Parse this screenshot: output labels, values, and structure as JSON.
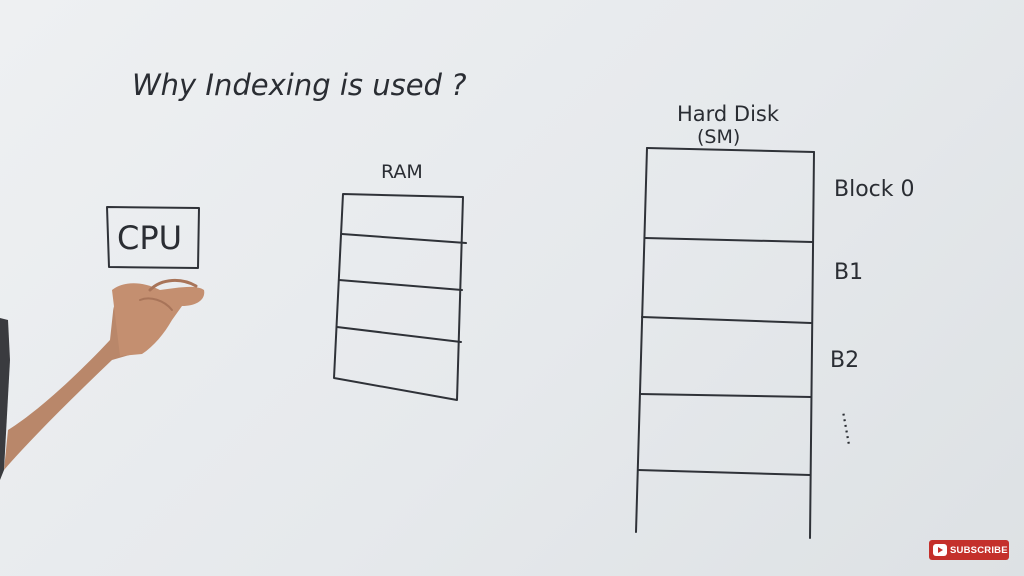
{
  "board": {
    "title": "Why Indexing is used ?",
    "cpu_label": "CPU",
    "ram_label": "RAM",
    "disk_label": "Hard Disk",
    "disk_sublabel": "(SM)",
    "block_labels": [
      "Block 0",
      "B1",
      "B2"
    ],
    "continuation": "......"
  },
  "overlay": {
    "subscribe_label": "SUBSCRIBE",
    "subscribe_color": "#c4302b"
  },
  "icons": {
    "subscribe": "youtube-play-icon"
  }
}
